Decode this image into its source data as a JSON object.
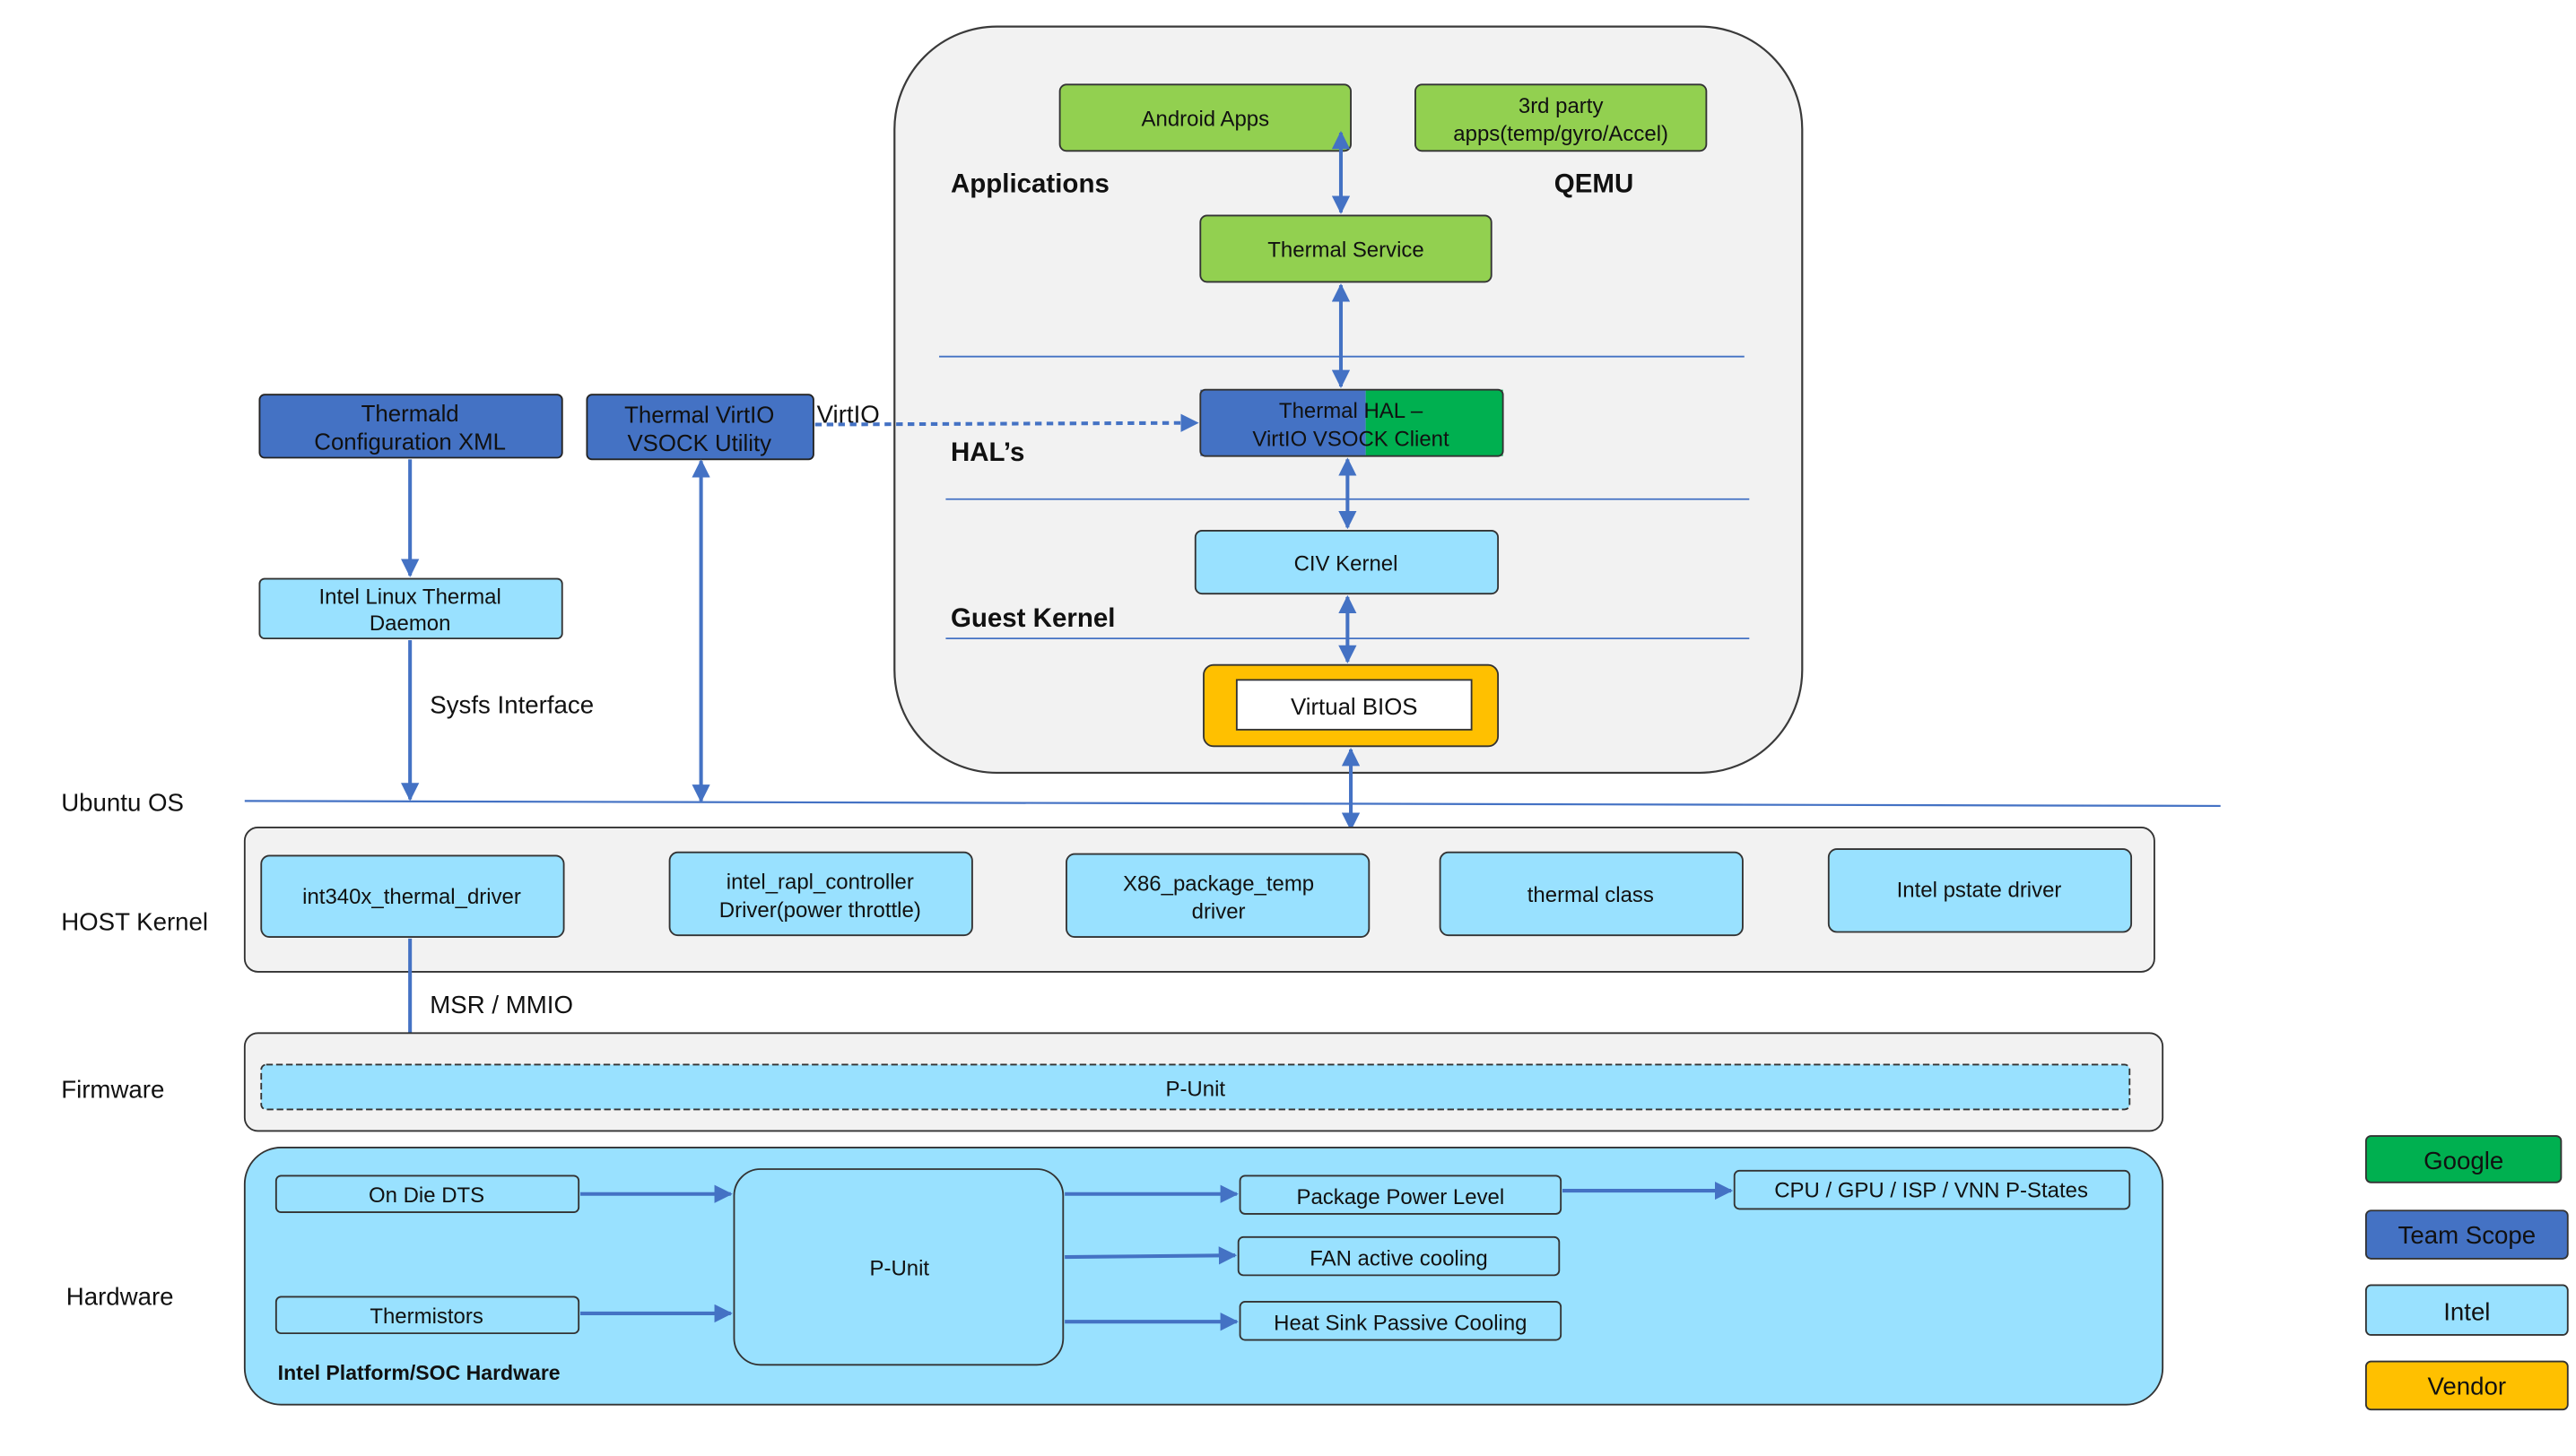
{
  "colors": {
    "google": "#00B050",
    "team_scope": "#4472C4",
    "intel": "#99E1FF",
    "vendor": "#FFC000",
    "app_green": "#92D050",
    "connector": "#4472C4",
    "panel_gray": "#F2F2F2"
  },
  "layers": {
    "ubuntu_os": "Ubuntu OS",
    "host_kernel": "HOST Kernel",
    "firmware": "Firmware",
    "hardware": "Hardware"
  },
  "qemu": {
    "title": "QEMU",
    "applications": "Applications",
    "hals": "HAL’s",
    "guest_kernel": "Guest Kernel",
    "android_apps": "Android Apps",
    "third_party_line1": "3rd party",
    "third_party_line2": "apps(temp/gyro/Accel)",
    "thermal_service": "Thermal Service",
    "thermal_hal_line1": "Thermal HAL –",
    "thermal_hal_line2": "VirtIO VSOCK Client",
    "civ_kernel": "CIV Kernel",
    "virtual_bios": "Virtual BIOS"
  },
  "host_side": {
    "thermald_xml_line1": "Thermald",
    "thermald_xml_line2": "Configuration XML",
    "virtio_utility_line1": "Thermal VirtIO",
    "virtio_utility_line2": "VSOCK Utility",
    "virtio_label": "VirtIO",
    "thermal_daemon_line1": "Intel Linux Thermal",
    "thermal_daemon_line2": "Daemon",
    "sysfs_interface": "Sysfs Interface",
    "msr_mmio": "MSR / MMIO"
  },
  "host_kernel_drivers": {
    "int340x": "int340x_thermal_driver",
    "rapl_line1": "intel_rapl_controller",
    "rapl_line2": "Driver(power throttle)",
    "x86_line1": "X86_package_temp",
    "x86_line2": "driver",
    "thermal_class": "thermal class",
    "pstate": "Intel pstate driver"
  },
  "firmware": {
    "punit": "P-Unit"
  },
  "hardware": {
    "on_die_dts": "On Die DTS",
    "thermistors": "Thermistors",
    "punit": "P-Unit",
    "package_power": "Package Power Level",
    "fan_cooling": "FAN active cooling",
    "heat_sink": "Heat Sink Passive Cooling",
    "cpu_states": "CPU / GPU / ISP / VNN P-States",
    "platform_label": "Intel Platform/SOC Hardware"
  },
  "legend": {
    "google": "Google",
    "team_scope": "Team Scope",
    "intel": "Intel",
    "vendor": "Vendor"
  }
}
